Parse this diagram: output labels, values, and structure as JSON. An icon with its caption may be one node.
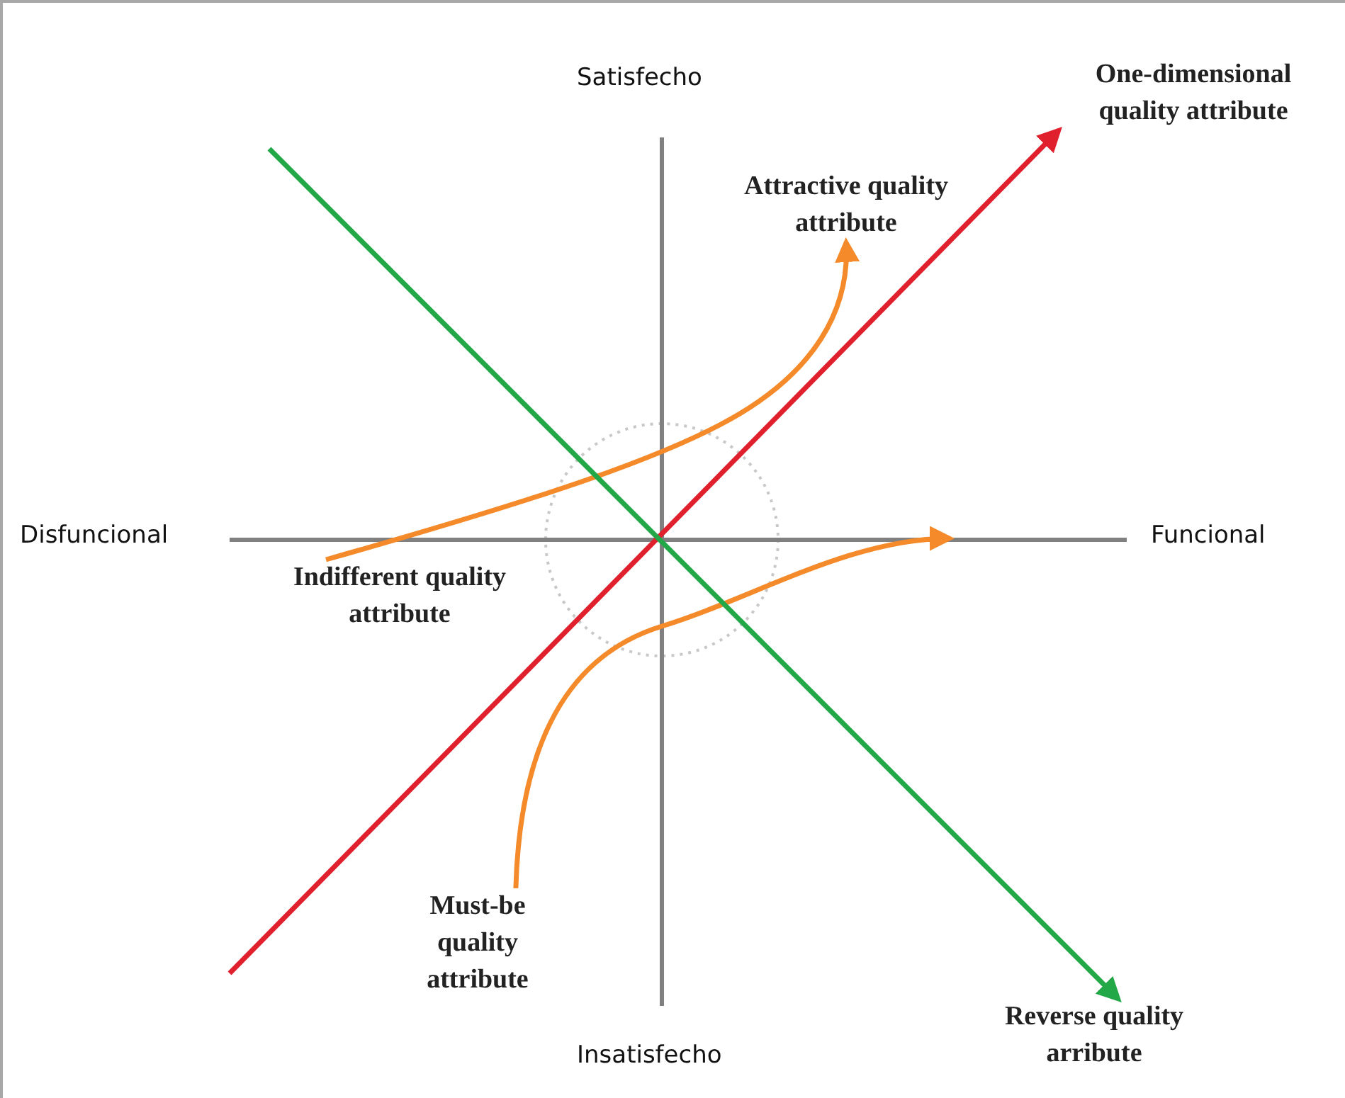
{
  "diagram": {
    "nodes": [
      {
        "text": [
          "One-dimensional quality attribute"
        ]
      },
      {
        "text": [
          "Attractive quality attribute"
        ]
      },
      {
        "text": [
          "Indifferent quality attribute"
        ]
      },
      {
        "text": [
          "Must-be quality attribute"
        ]
      },
      {
        "text": [
          "Reverse quality arribute"
        ]
      }
    ],
    "edges": [
      {
        "from": null,
        "to": 0,
        "arrow": "to",
        "color": "#e0202c"
      },
      {
        "from": 2,
        "to": 1,
        "arrow": "to",
        "color": "#f58a2a"
      },
      {
        "from": 3,
        "to": null,
        "arrow": "to",
        "color": "#f58a2a"
      },
      {
        "from": null,
        "to": 4,
        "arrow": "to",
        "color": "#22a846"
      }
    ],
    "labels": [
      "Satisfecho",
      "Disfuncional",
      "Funcional",
      "Insatisfecho"
    ]
  }
}
